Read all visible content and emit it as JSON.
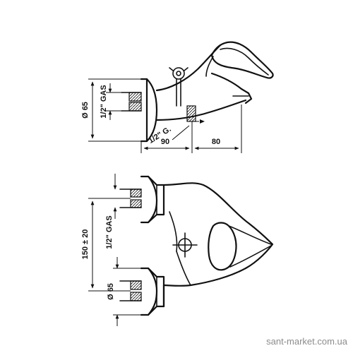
{
  "top_view": {
    "diameter_label": "Ø 65",
    "thread_label": "1/2\" GAS",
    "branch_thread_label": "1/2\" G.",
    "dim_left": "90",
    "dim_right": "80"
  },
  "bottom_view": {
    "spacing_label": "150 ± 20",
    "thread_label": "1/2\" GAS",
    "diameter_label": "Ø 65"
  },
  "watermark": "sant-market.com.ua"
}
